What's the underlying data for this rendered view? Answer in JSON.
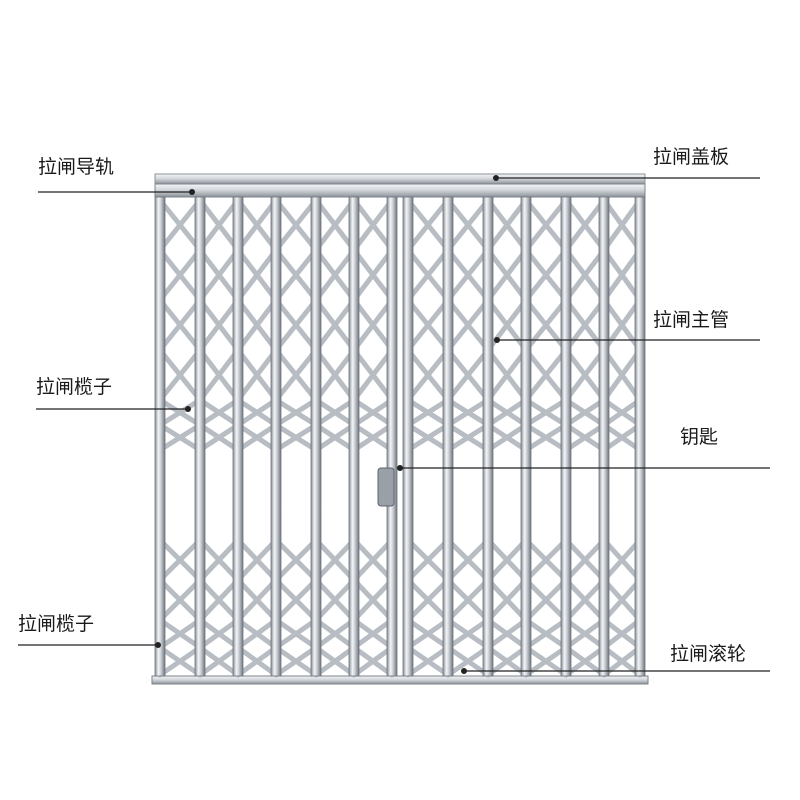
{
  "labels": {
    "rail": "拉闸导轨",
    "cover": "拉闸盖板",
    "main_tube": "拉闸主管",
    "bar_upper": "拉闸榄子",
    "key": "钥匙",
    "bar_lower": "拉闸榄子",
    "roller": "拉闸滚轮"
  },
  "colors": {
    "steel_light": "#eef0f3",
    "steel_mid": "#c3c7cd",
    "steel_dark": "#7d838b",
    "line": "#222222"
  }
}
